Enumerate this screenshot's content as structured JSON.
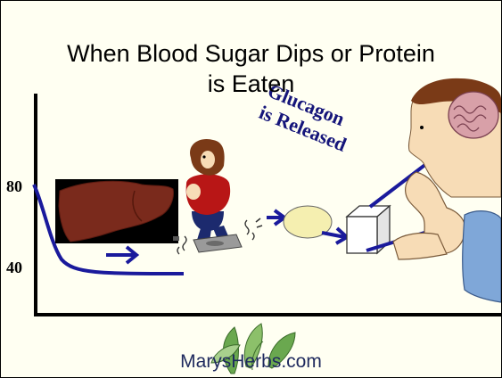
{
  "slide": {
    "title_line_1": "When Blood Sugar Dips or Protein",
    "title_line_2": "is Eaten",
    "glucagon_line_1": "Glucagon",
    "glucagon_line_2": "is Released",
    "footer": "MarysHerbs.com"
  },
  "axis": {
    "tick_upper": "80",
    "tick_lower": "40"
  },
  "colors": {
    "background": "#fffff2",
    "arrow_blue": "#1a1a9c",
    "liver": "#7a2a1c",
    "skin": "#f7dcb6",
    "shirt": "#b81616",
    "pants": "#1c2a6e",
    "hair": "#7a3a17",
    "brain": "#d8a0a8",
    "sleeve": "#7fa7d8"
  },
  "icons": [
    "liver-image",
    "woman-on-scale-image",
    "pancreas-cell-image",
    "glucose-cube-image",
    "brain-head-image",
    "muscle-arm-image",
    "herb-leaves-logo"
  ]
}
